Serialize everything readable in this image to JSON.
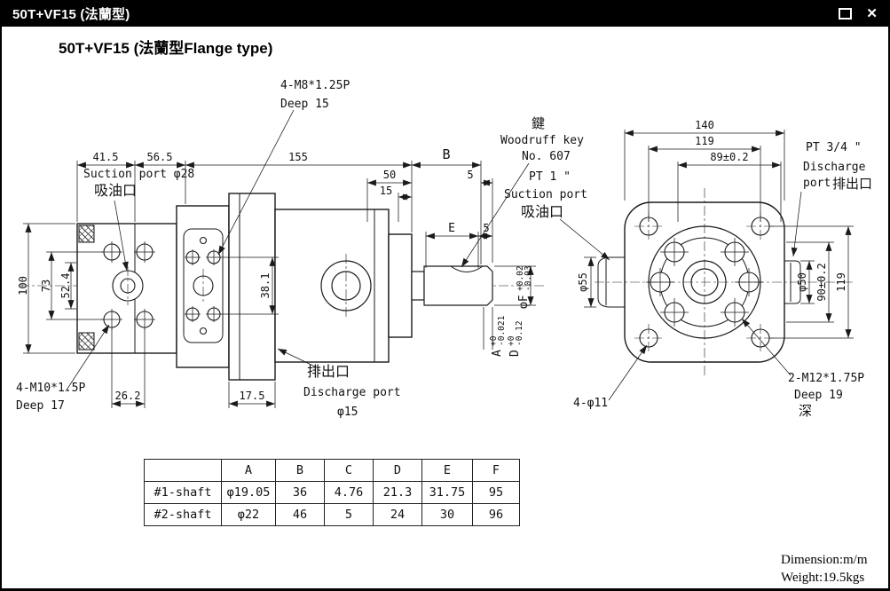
{
  "window": {
    "title": "50T+VF15 (法蘭型)",
    "close_glyph": "✕"
  },
  "heading": "50T+VF15 (法蘭型Flange type)",
  "side_view": {
    "top_dims": [
      "41.5",
      "56.5",
      "155",
      "B"
    ],
    "mid_dims": [
      "50",
      "15",
      "5"
    ],
    "shaft_dims": [
      "E",
      "5"
    ],
    "left_dims": [
      "100",
      "73",
      "52.4"
    ],
    "dim_38_1": "38.1",
    "suction_label": "Suction port φ28",
    "suction_cn": "吸油口",
    "tap_top": [
      "4-M8*1.25P",
      "Deep 15"
    ],
    "key_label": [
      "鍵",
      "Woodruff key",
      "No. 607"
    ],
    "phiF": [
      "φF",
      "+0.02",
      "-0.03"
    ],
    "dia_A": [
      "A",
      "+0",
      "-0.021"
    ],
    "dia_D": [
      "D",
      "+0",
      "-0.12"
    ],
    "tap_bottom": [
      "4-M10*1.5P",
      "Deep 17"
    ],
    "dim_26_2": "26.2",
    "dim_17_5": "17.5",
    "discharge": [
      "排出口",
      "Discharge port",
      "φ15"
    ]
  },
  "front_view": {
    "top_dims": [
      "140",
      "119",
      "89±0.2"
    ],
    "pt34": "PT 3/4 \"",
    "discharge": [
      "Discharge",
      "port",
      "排出口"
    ],
    "pt1": [
      "PT 1 \"",
      "Suction port",
      "吸油口"
    ],
    "phi55": "φ55",
    "phi50": "φ50",
    "right_dims": [
      "90±0.2",
      "119"
    ],
    "holes": "4-φ11",
    "tap": [
      "2-M12*1.75P",
      "Deep 19",
      "深"
    ]
  },
  "table": {
    "headers": [
      "",
      "A",
      "B",
      "C",
      "D",
      "E",
      "F"
    ],
    "rows": [
      {
        "label": "#1-shaft",
        "values": [
          "φ19.05",
          "36",
          "4.76",
          "21.3",
          "31.75",
          "95"
        ]
      },
      {
        "label": "#2-shaft",
        "values": [
          "φ22",
          "46",
          "5",
          "24",
          "30",
          "96"
        ]
      }
    ]
  },
  "footer": {
    "dimension": "Dimension:m/m",
    "weight": "Weight:19.5kgs"
  }
}
